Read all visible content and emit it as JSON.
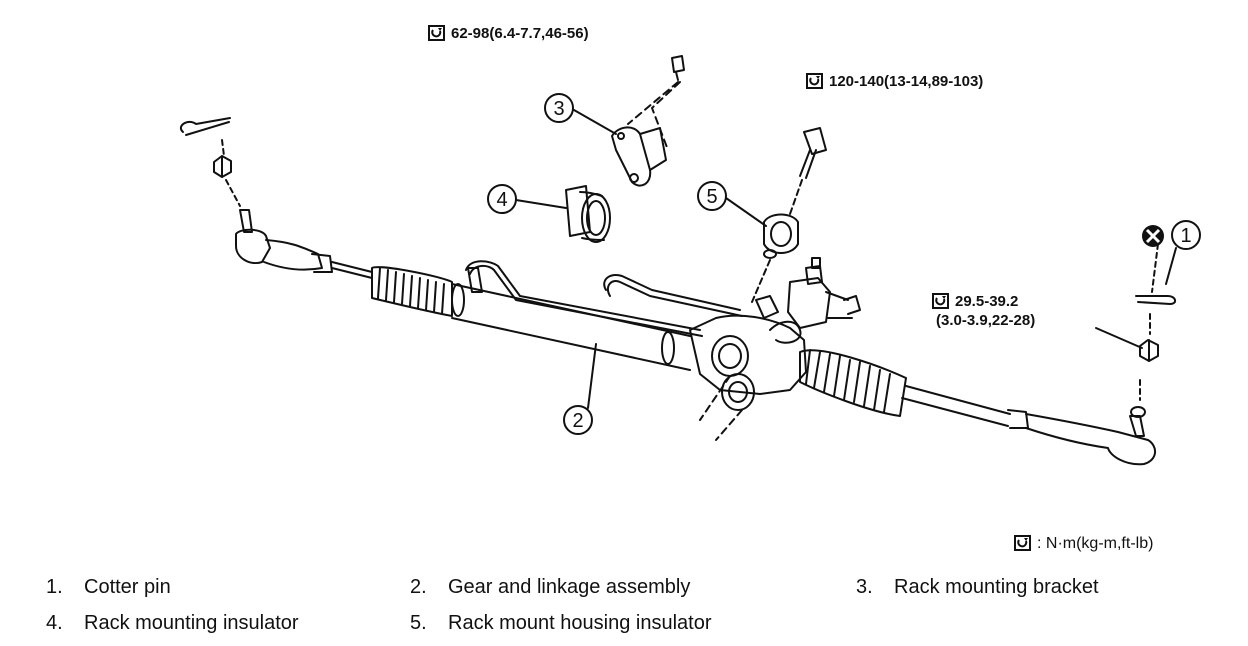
{
  "torque_specs": {
    "bracket_bolt": "62-98(6.4-7.7,46-56)",
    "housing_bolt": "120-140(13-14,89-103)",
    "tie_rod_nut_line1": "29.5-39.2",
    "tie_rod_nut_line2": "(3.0-3.9,22-28)"
  },
  "units_note": ": N·m(kg-m,ft-lb)",
  "callouts": {
    "c1": "1",
    "c2": "2",
    "c3": "3",
    "c4": "4",
    "c5": "5"
  },
  "legend": [
    {
      "num": "1.",
      "label": "Cotter pin"
    },
    {
      "num": "2.",
      "label": "Gear and linkage assembly"
    },
    {
      "num": "3.",
      "label": "Rack mounting bracket"
    },
    {
      "num": "4.",
      "label": "Rack mounting insulator"
    },
    {
      "num": "5.",
      "label": "Rack mount housing insulator"
    }
  ],
  "icons": {
    "torque": "torque-wrench-icon",
    "do_not_reuse": "do-not-reuse-icon"
  },
  "colors": {
    "ink": "#111111",
    "background": "#ffffff"
  }
}
